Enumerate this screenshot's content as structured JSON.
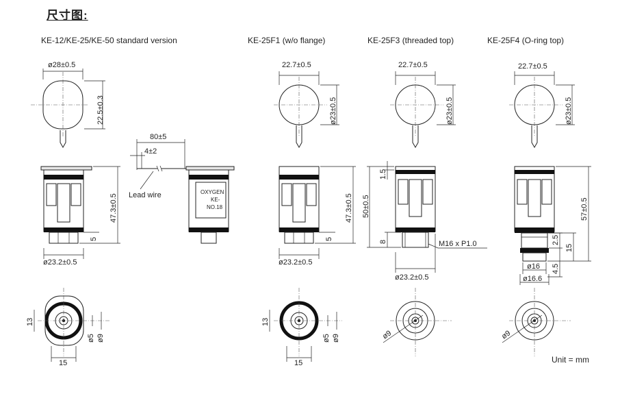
{
  "title": "尺寸图:",
  "unit_note": "Unit = mm",
  "variants": [
    {
      "heading": "KE-12/KE-25/KE-50 standard version",
      "dims": {
        "top_dia": "ø28±0.5",
        "top_h": "22.5±0.3",
        "height": "47.3±0.5",
        "bottom": "5",
        "body_dia": "ø23.2±0.5",
        "base_w": "15",
        "base_h": "13",
        "d5": "ø5",
        "d9": "ø9"
      }
    },
    {
      "heading": "KE-25F1 (w/o flange)",
      "dims": {
        "top_w": "22.7±0.5",
        "top_h": "ø23±0.5",
        "height": "47.3±0.5",
        "bottom": "5",
        "body_dia": "ø23.2±0.5",
        "base_w": "15",
        "base_h": "13",
        "d5": "ø5",
        "d9": "ø9"
      }
    },
    {
      "heading": "KE-25F3 (threaded top)",
      "dims": {
        "top_w": "22.7±0.5",
        "top_h": "ø23±0.5",
        "top_step": "1.5",
        "height": "50±0.5",
        "thread_len": "8",
        "thread": "M16 x P1.0",
        "body_dia": "ø23.2±0.5",
        "d9": "ø9"
      }
    },
    {
      "heading": "KE-25F4 (O-ring top)",
      "dims": {
        "top_w": "22.7±0.5",
        "top_h": "ø23±0.5",
        "height": "57±0.5",
        "r1": "2.5",
        "r2": "15",
        "r3": "4.5",
        "d16": "ø16",
        "d166": "ø16.6",
        "d9": "ø9"
      }
    }
  ],
  "side_view": {
    "lead_len": "80±5",
    "strip_len": "4±2",
    "lead_label": "Lead wire",
    "label_lines": [
      "OXYGEN",
      "KE-",
      "NO.18"
    ]
  }
}
